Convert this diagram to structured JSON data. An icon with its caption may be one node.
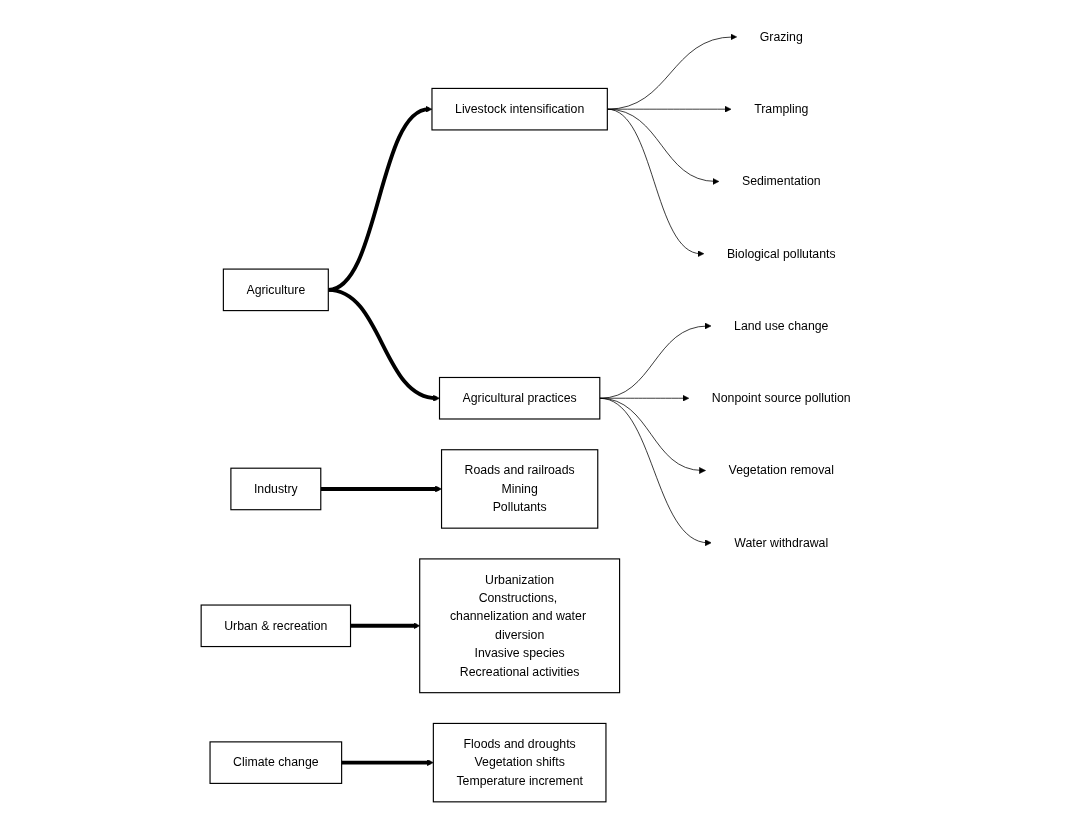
{
  "diagram": {
    "nodes": [
      {
        "text": [
          "Agriculture"
        ]
      },
      {
        "text": [
          "Livestock intensification"
        ]
      },
      {
        "text": [
          "Agricultural practices"
        ]
      },
      {
        "text": [
          "Grazing"
        ]
      },
      {
        "text": [
          "Trampling"
        ]
      },
      {
        "text": [
          "Sedimentation"
        ]
      },
      {
        "text": [
          "Biological pollutants"
        ]
      },
      {
        "text": [
          "Land use change"
        ]
      },
      {
        "text": [
          "Nonpoint source pollution"
        ]
      },
      {
        "text": [
          "Vegetation removal"
        ]
      },
      {
        "text": [
          "Water withdrawal"
        ]
      },
      {
        "text": [
          "Industry"
        ]
      },
      {
        "text": [
          "Roads and railroads",
          "Mining",
          "Pollutants"
        ]
      },
      {
        "text": [
          "Urban & recreation"
        ]
      },
      {
        "text": [
          "Urbanization",
          "Constructions, channelization and water diversion",
          "Invasive species",
          "Recreational activities"
        ]
      },
      {
        "text": [
          "Climate change"
        ]
      },
      {
        "text": [
          "Floods and droughts",
          "Vegetation shifts",
          "Temperature increment"
        ]
      }
    ],
    "edges": [
      {
        "from": 0,
        "to": 1,
        "arrow": "to",
        "style": "thick"
      },
      {
        "from": 0,
        "to": 2,
        "arrow": "to",
        "style": "thick"
      },
      {
        "from": 1,
        "to": 3,
        "arrow": "to"
      },
      {
        "from": 1,
        "to": 4,
        "arrow": "to"
      },
      {
        "from": 1,
        "to": 5,
        "arrow": "to"
      },
      {
        "from": 1,
        "to": 6,
        "arrow": "to"
      },
      {
        "from": 2,
        "to": 7,
        "arrow": "to"
      },
      {
        "from": 2,
        "to": 8,
        "arrow": "to"
      },
      {
        "from": 2,
        "to": 9,
        "arrow": "to"
      },
      {
        "from": 2,
        "to": 10,
        "arrow": "to"
      },
      {
        "from": 11,
        "to": 12,
        "arrow": "to",
        "style": "thick"
      },
      {
        "from": 13,
        "to": 14,
        "arrow": "to",
        "style": "thick"
      },
      {
        "from": 15,
        "to": 16,
        "arrow": "to",
        "style": "thick"
      }
    ]
  }
}
